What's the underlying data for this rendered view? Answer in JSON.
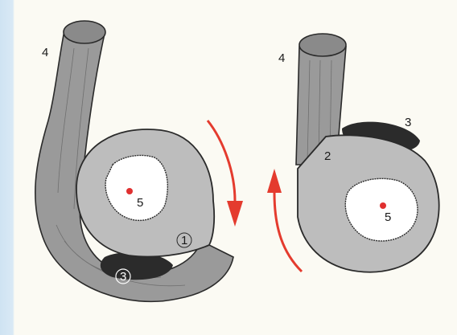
{
  "diagram": {
    "labels": {
      "left_tendon": "4",
      "left_bone_shape": "1",
      "left_contact": "3",
      "left_center": "5",
      "right_tendon": "4",
      "right_bone_shape": "2",
      "right_contact": "3",
      "right_center": "5"
    },
    "colors": {
      "paper": "#fbfaf3",
      "side_strip": "#cfe3f2",
      "bone_fill": "#bdbdbd",
      "tendon_fill": "#9a9a9a",
      "tendon_top": "#8a8a8a",
      "outline": "#2a2a2a",
      "contact_pad": "#2b2b2b",
      "center_dot": "#e03030",
      "arrow": "#e43b2e"
    }
  }
}
